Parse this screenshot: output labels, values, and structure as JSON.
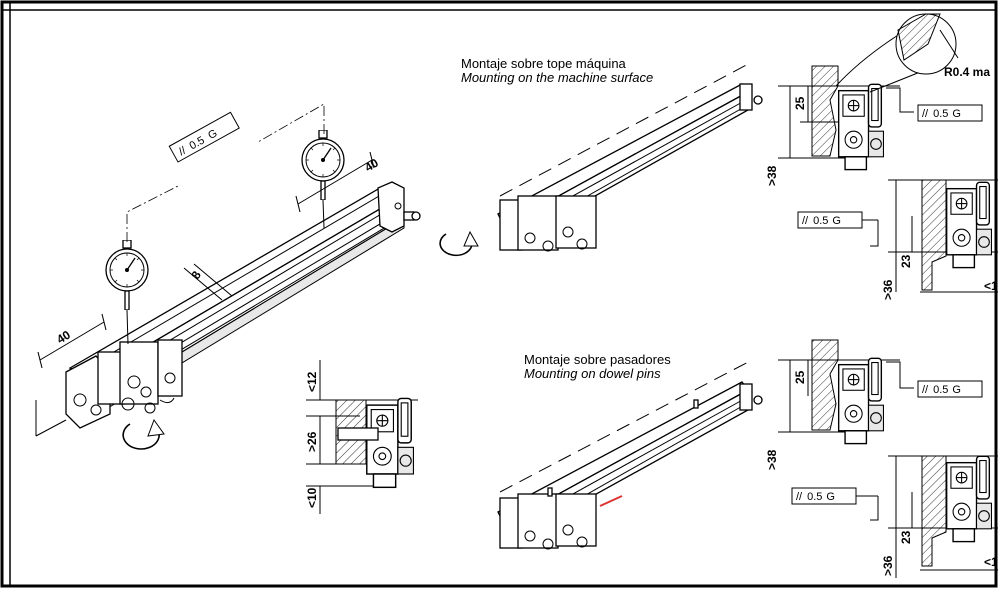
{
  "captions": {
    "surface_es": "Montaje sobre tope máquina",
    "surface_en": "Mounting on the machine surface",
    "pins_es": "Montaje sobre pasadores",
    "pins_en": "Mounting on dowel pins"
  },
  "radius_note": "R0.4 ma",
  "tolerance": {
    "symbol": "//",
    "value": "0.5",
    "datum": "G"
  },
  "dims": {
    "gauge_left": "40",
    "gauge_right": "40",
    "offset": "8",
    "side_top": "<12",
    "side_mid": ">26",
    "side_bot": "<10",
    "surface_top_h": "25",
    "surface_top_gt": ">38",
    "surface_low_h": "23",
    "surface_low_gt": ">36",
    "surface_low_lt": "<1",
    "pins_top_h": "25",
    "pins_top_gt": ">38",
    "pins_low_h": "23",
    "pins_low_gt": ">36",
    "pins_low_lt": "<1"
  }
}
